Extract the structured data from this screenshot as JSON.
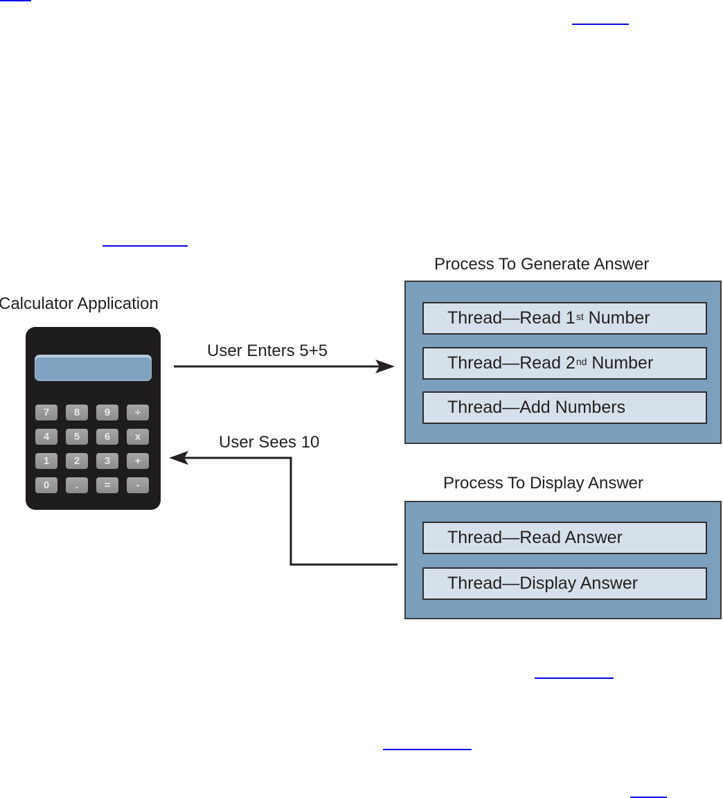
{
  "diagram": {
    "calculator": {
      "title": "Calculator Application",
      "display_value": "",
      "keys": [
        [
          "7",
          "8",
          "9",
          "÷"
        ],
        [
          "4",
          "5",
          "6",
          "x"
        ],
        [
          "1",
          "2",
          "3",
          "+"
        ],
        [
          "0",
          ".",
          "=",
          "-"
        ]
      ]
    },
    "arrows": {
      "input_label": "User Enters 5+5",
      "output_label": "User Sees 10"
    },
    "processes": [
      {
        "title": "Process To Generate Answer",
        "threads": [
          {
            "prefix": "Thread",
            "dash": "—",
            "text": "Read 1",
            "sup": "st",
            "suffix": " Number"
          },
          {
            "prefix": "Thread",
            "dash": "—",
            "text": "Read 2",
            "sup": "nd",
            "suffix": " Number"
          },
          {
            "prefix": "Thread",
            "dash": "—",
            "text": "Add Numbers",
            "sup": "",
            "suffix": ""
          }
        ]
      },
      {
        "title": "Process To Display Answer",
        "threads": [
          {
            "prefix": "Thread",
            "dash": "—",
            "text": "Read Answer",
            "sup": "",
            "suffix": ""
          },
          {
            "prefix": "Thread",
            "dash": "—",
            "text": "Display Answer",
            "sup": "",
            "suffix": ""
          }
        ]
      }
    ],
    "colors": {
      "process_fill": "#7b9fbd",
      "thread_fill": "#d5e0ea",
      "calculator_body": "#1f1c1d",
      "calculator_screen": "#7fa3c0",
      "link": "#0a0ae6"
    }
  }
}
